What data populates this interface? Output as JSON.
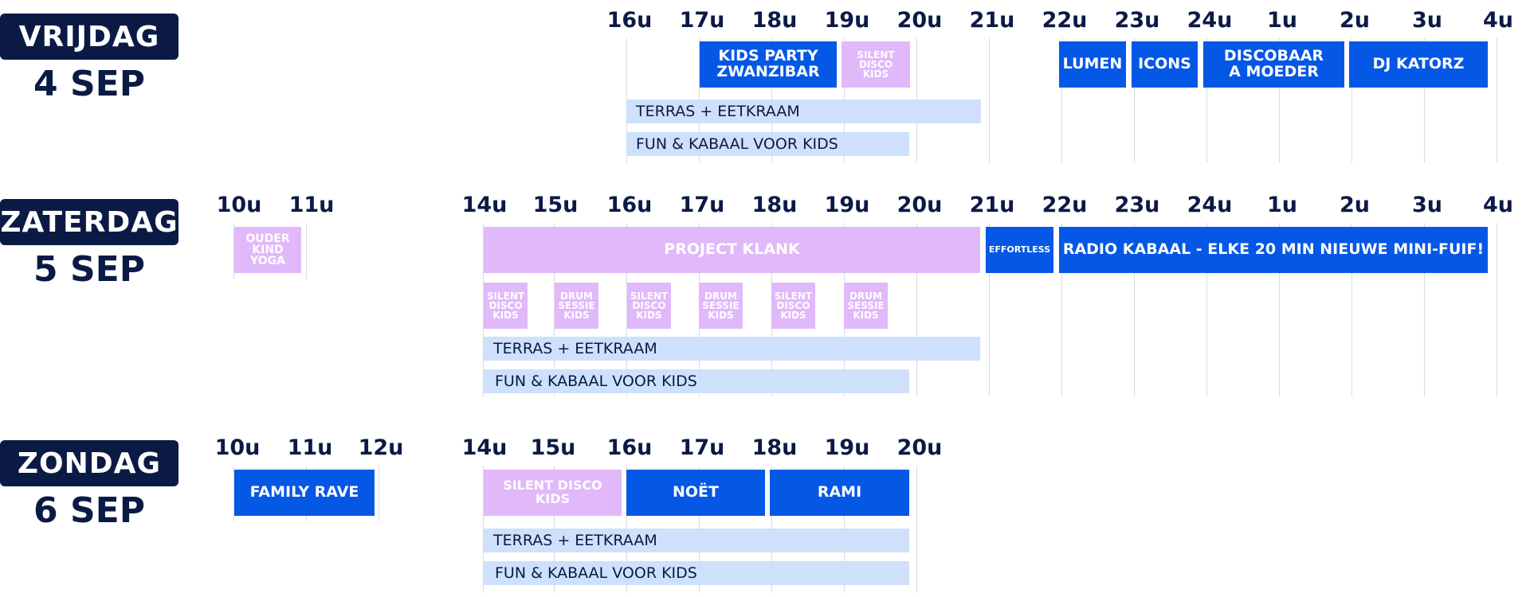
{
  "days": [
    {
      "name": "VRIJDAG",
      "date": "4 SEP",
      "hours": [
        "16u",
        "17u",
        "18u",
        "19u",
        "20u",
        "21u",
        "22u",
        "23u",
        "24u",
        "1u",
        "2u",
        "3u",
        "4u"
      ],
      "events": [
        {
          "label": "KIDS PARTY\nZWANZIBAR",
          "style": "blue"
        },
        {
          "label": "SILENT\nDISCO\nKIDS",
          "style": "pink"
        },
        {
          "label": "LUMEN",
          "style": "blue"
        },
        {
          "label": "ICONS",
          "style": "blue"
        },
        {
          "label": "DISCOBAAR\nA MOEDER",
          "style": "blue"
        },
        {
          "label": "DJ KATORZ",
          "style": "blue"
        }
      ],
      "bars": [
        "TERRAS + EETKRAAM",
        "FUN & KABAAL VOOR KIDS"
      ]
    },
    {
      "name": "ZATERDAG",
      "date": "5 SEP",
      "hours": [
        "10u",
        "11u",
        "14u",
        "15u",
        "16u",
        "17u",
        "18u",
        "19u",
        "20u",
        "21u",
        "22u",
        "23u",
        "24u",
        "1u",
        "2u",
        "3u",
        "4u"
      ],
      "events": [
        {
          "label": "OUDER\nKIND\nYOGA",
          "style": "pink"
        },
        {
          "label": "PROJECT KLANK",
          "style": "pink"
        },
        {
          "label": "EFFORTLESS",
          "style": "blue"
        },
        {
          "label": "RADIO KABAAL - ELKE 20 MIN NIEUWE MINI-FUIF!",
          "style": "blue"
        },
        {
          "label": "SILENT\nDISCO\nKIDS",
          "style": "pink"
        },
        {
          "label": "DRUM\nSESSIE\nKIDS",
          "style": "pink"
        },
        {
          "label": "SILENT\nDISCO\nKIDS",
          "style": "pink"
        },
        {
          "label": "DRUM\nSESSIE\nKIDS",
          "style": "pink"
        },
        {
          "label": "SILENT\nDISCO\nKIDS",
          "style": "pink"
        },
        {
          "label": "DRUM\nSESSIE\nKIDS",
          "style": "pink"
        }
      ],
      "bars": [
        "TERRAS + EETKRAAM",
        "FUN & KABAAL VOOR KIDS"
      ]
    },
    {
      "name": "ZONDAG",
      "date": "6 SEP",
      "hours": [
        "10u",
        "11u",
        "12u",
        "14u",
        "15u",
        "16u",
        "17u",
        "18u",
        "19u",
        "20u"
      ],
      "events": [
        {
          "label": "FAMILY RAVE",
          "style": "blue"
        },
        {
          "label": "SILENT DISCO KIDS",
          "style": "pink"
        },
        {
          "label": "NOËT",
          "style": "blue"
        },
        {
          "label": "RAMI",
          "style": "blue"
        }
      ],
      "bars": [
        "TERRAS + EETKRAAM",
        "FUN & KABAAL VOOR KIDS"
      ]
    }
  ],
  "colors": {
    "navy": "#0b1a45",
    "blue": "#0557e6",
    "pink": "#e1b9fa",
    "bar": "#cfe0fb",
    "gridline": "#d6dae3"
  }
}
